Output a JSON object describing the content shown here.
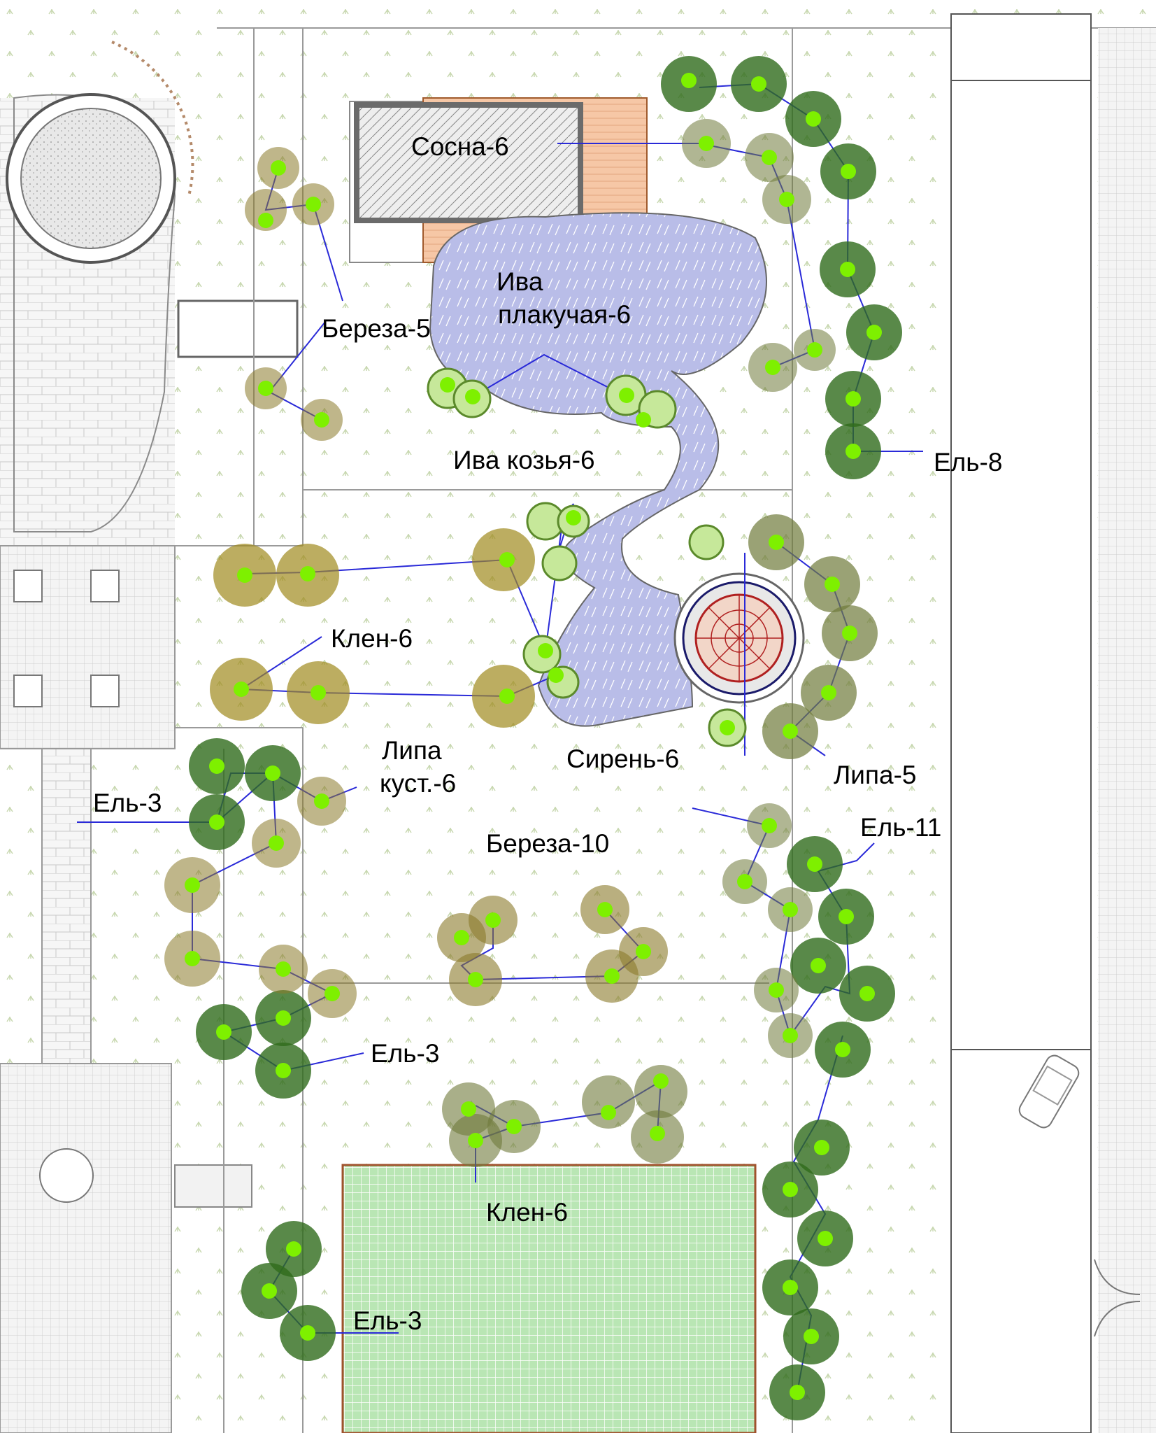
{
  "colors": {
    "path_lines": "#9a9a9a",
    "grass_dots": "#c8d8b0",
    "paving": "#f4f4f4",
    "water": "#b9bde8",
    "water_hatch": "#ffffff",
    "deck": "#f6c7a6",
    "lawn": "#b9e6b4",
    "lawn_border": "#a0522d",
    "leader_line": "#2a2ad8",
    "trunk_marker": "#7ef000",
    "spruce": "#2f6b1c",
    "birch": "#8a7a2a",
    "maple": "#a08a1e",
    "willow": "#c6e89a",
    "linden": "#6f7a3a",
    "pergola": "#b02020"
  },
  "labels": {
    "pine": "Сосна-6",
    "weeping_willow_1": "Ива",
    "weeping_willow_2": "плакучая-6",
    "birch_5": "Береза-5",
    "goat_willow": "Ива козья-6",
    "spruce_8": "Ель-8",
    "maple_6_top": "Клен-6",
    "lilac": "Сирень-6",
    "linden_5": "Липа-5",
    "linden_bush_1": "Липа",
    "linden_bush_2": "куст.-6",
    "spruce_3_a": "Ель-3",
    "spruce_11": "Ель-11",
    "birch_10": "Береза-10",
    "spruce_3_b": "Ель-3",
    "maple_6_bottom": "Клен-6",
    "spruce_3_c": "Ель-3"
  }
}
